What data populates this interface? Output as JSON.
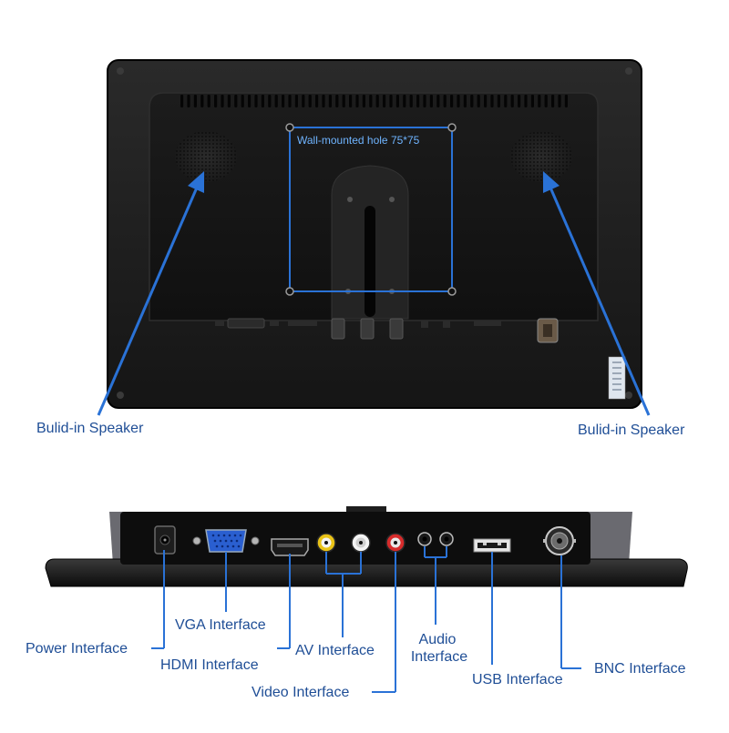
{
  "colors": {
    "label": "#1f4e96",
    "accent": "#2a72d6",
    "wall_text": "#6fb4ff",
    "housing": "#111111"
  },
  "rear_view": {
    "wall_mount_label": "Wall-mounted hole 75*75",
    "speaker_left_label": "Bulid-in Speaker",
    "speaker_right_label": "Bulid-in Speaker"
  },
  "bottom_view": {
    "labels": {
      "power": "Power Interface",
      "vga": "VGA Interface",
      "hdmi": "HDMI Interface",
      "av": "AV Interface",
      "video": "Video Interface",
      "audio_line1": "Audio",
      "audio_line2": "Interface",
      "usb": "USB Interface",
      "bnc": "BNC Interface"
    }
  }
}
